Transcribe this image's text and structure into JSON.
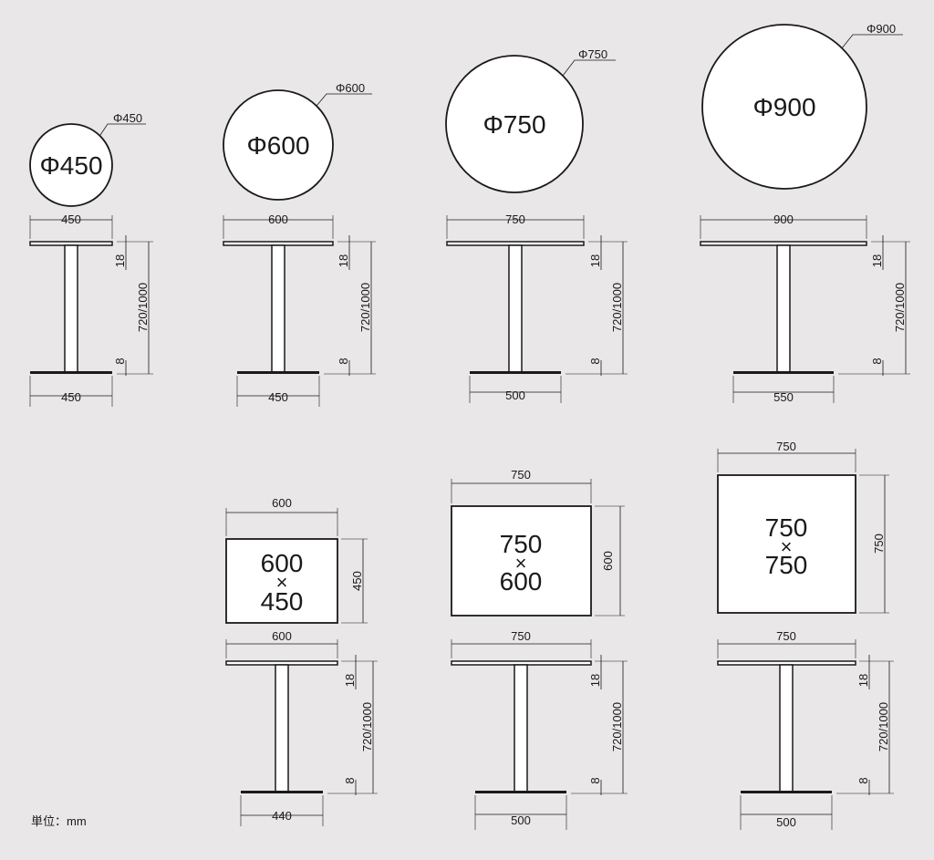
{
  "round_tables": [
    {
      "label": "Φ450",
      "callout": "Φ450",
      "top_width": "450",
      "base_width": "450",
      "top_thickness": "18",
      "height": "720/1000",
      "base_thickness": "8"
    },
    {
      "label": "Φ600",
      "callout": "Φ600",
      "top_width": "600",
      "base_width": "450",
      "top_thickness": "18",
      "height": "720/1000",
      "base_thickness": "8"
    },
    {
      "label": "Φ750",
      "callout": "Φ750",
      "top_width": "750",
      "base_width": "500",
      "top_thickness": "18",
      "height": "720/1000",
      "base_thickness": "8"
    },
    {
      "label": "Φ900",
      "callout": "Φ900",
      "top_width": "900",
      "base_width": "550",
      "top_thickness": "18",
      "height": "720/1000",
      "base_thickness": "8"
    }
  ],
  "square_tables": [
    {
      "label_w": "600",
      "label_x": "×",
      "label_d": "450",
      "plan_width": "600",
      "plan_depth": "450",
      "top_width": "600",
      "base_width": "440",
      "top_thickness": "18",
      "height": "720/1000",
      "base_thickness": "8"
    },
    {
      "label_w": "750",
      "label_x": "×",
      "label_d": "600",
      "plan_width": "750",
      "plan_depth": "600",
      "top_width": "750",
      "base_width": "500",
      "top_thickness": "18",
      "height": "720/1000",
      "base_thickness": "8"
    },
    {
      "label_w": "750",
      "label_x": "×",
      "label_d": "750",
      "plan_width": "750",
      "plan_depth": "750",
      "top_width": "750",
      "base_width": "500",
      "top_thickness": "18",
      "height": "720/1000",
      "base_thickness": "8"
    }
  ],
  "unit_note": "単位：mm",
  "colors": {
    "background": "#e9e7e8",
    "line": "#1a1a1a",
    "fill": "#ffffff"
  }
}
